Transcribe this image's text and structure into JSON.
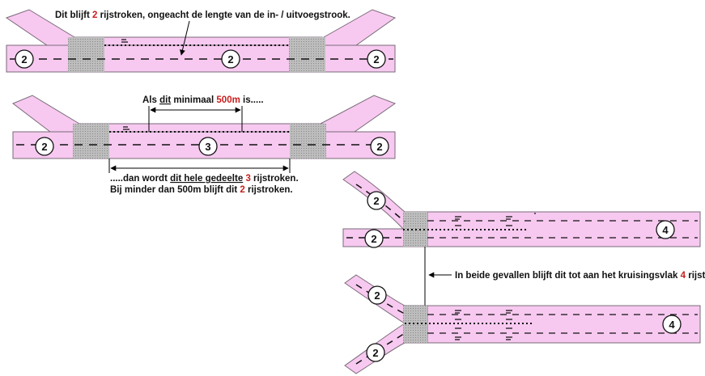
{
  "annotations": {
    "top": {
      "pre": "Dit blijft ",
      "num": "2",
      "post": " rijstroken, ongeacht de lengte van de in- / uitvoegstrook."
    },
    "middle_top": {
      "pre": "Als ",
      "u": "dit",
      "mid": " minimaal ",
      "dist": "500m",
      "post": " is....."
    },
    "middle_bottom_1": {
      "pre": ".....dan wordt ",
      "u": "dit hele gedeelte",
      "sp": " ",
      "num": "3",
      "post": " rijstroken."
    },
    "middle_bottom_2": {
      "pre": "Bij minder dan 500m blijft dit ",
      "num": "2",
      "post": " rijstroken."
    },
    "right": {
      "pre": "In beide gevallen blijft dit tot aan het kruisingsvlak ",
      "num": "4",
      "post": " rijstroken"
    }
  },
  "lane_counts": {
    "road1": [
      "2",
      "2",
      "2"
    ],
    "road2": [
      "2",
      "3",
      "2"
    ],
    "road3": [
      "2",
      "2",
      "4"
    ],
    "road4": [
      "2",
      "2",
      "4"
    ]
  },
  "colors": {
    "road": "#f7c9f0",
    "road_edge": "#7a6a78",
    "area": "#b4b4b4",
    "highlight": "#c81e1e"
  }
}
